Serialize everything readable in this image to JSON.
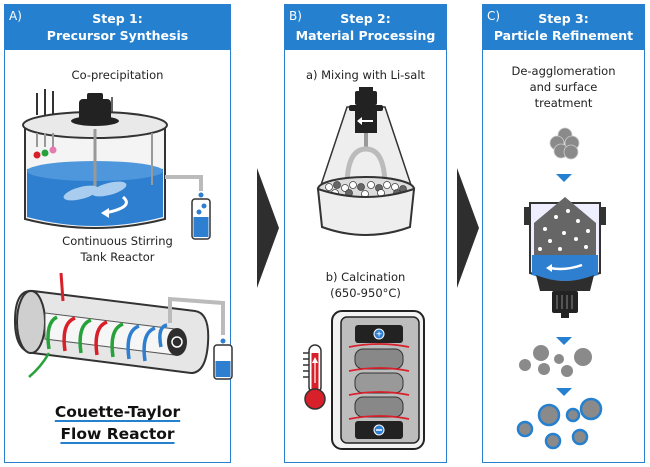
{
  "colors": {
    "accent": "#2580cf",
    "arrow": "#2e2e2e",
    "liquid": "#2f7fd0",
    "heat": "#d8202a"
  },
  "panels": [
    {
      "letter": "A)",
      "title_line1": "Step 1:",
      "title_line2": "Precursor Synthesis",
      "labels": {
        "top": "Co-precipitation",
        "cstr_line1": "Continuous Stirring",
        "cstr_line2": "Tank Reactor",
        "ctfr_line1": "Couette-Taylor",
        "ctfr_line2": "Flow Reactor"
      }
    },
    {
      "letter": "B)",
      "title_line1": "Step 2:",
      "title_line2": "Material Processing",
      "labels": {
        "mixing": "a) Mixing with Li-salt",
        "calc_line1": "b) Calcination",
        "calc_line2": "(650-950°C)"
      }
    },
    {
      "letter": "C)",
      "title_line1": "Step 3:",
      "title_line2": "Particle Refinement",
      "labels": {
        "line1": "De-agglomeration",
        "line2": "and surface",
        "line3": "treatment"
      }
    }
  ],
  "icons": [
    "stirred-tank-reactor",
    "couette-taylor-reactor",
    "mixer",
    "calcination-furnace",
    "thermometer",
    "mill",
    "particles"
  ]
}
